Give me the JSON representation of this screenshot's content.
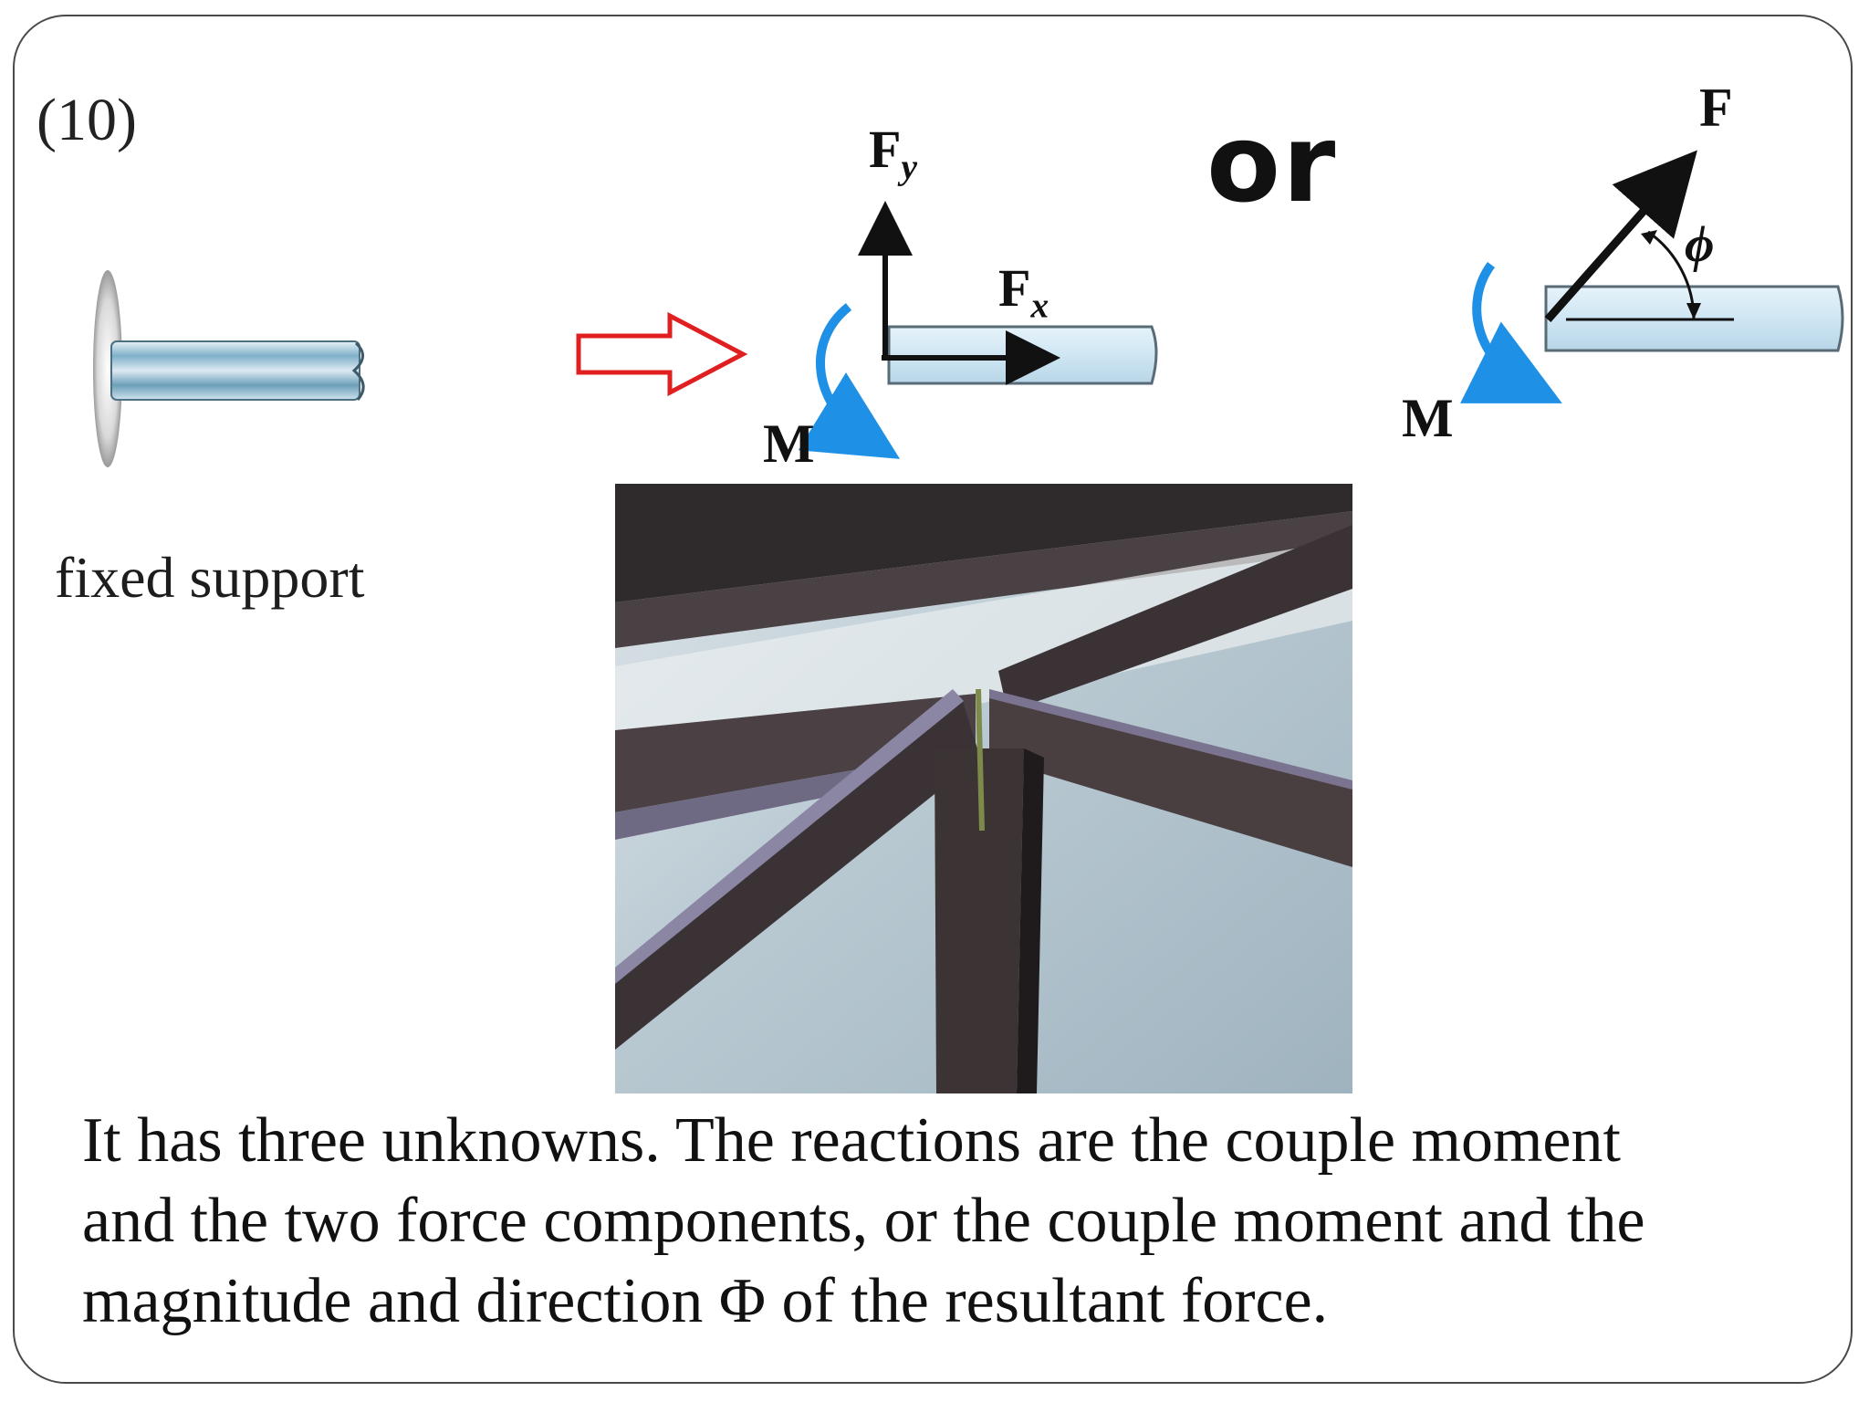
{
  "slide": {
    "number_label": "(10)",
    "support_caption": "fixed support",
    "or_word": "or",
    "labels": {
      "fy_main": "F",
      "fy_sub": "y",
      "fx_main": "F",
      "fx_sub": "x",
      "moment_left": "M",
      "moment_right": "M",
      "resultant": "F",
      "angle": "ϕ"
    },
    "body_lines": [
      "It has three unknowns. The reactions are the couple moment",
      "and the two force components, or the couple moment and the",
      "magnitude and direction Φ of the resultant force."
    ]
  },
  "colors": {
    "frame": "#4a4a4a",
    "beam_fill": "#cfe6f3",
    "beam_edge": "#5a6b78",
    "moment_arrow": "#1e90e6",
    "hollow_arrow": "#e02020",
    "steel": "#3b3532",
    "concrete": "#c9d4da"
  }
}
